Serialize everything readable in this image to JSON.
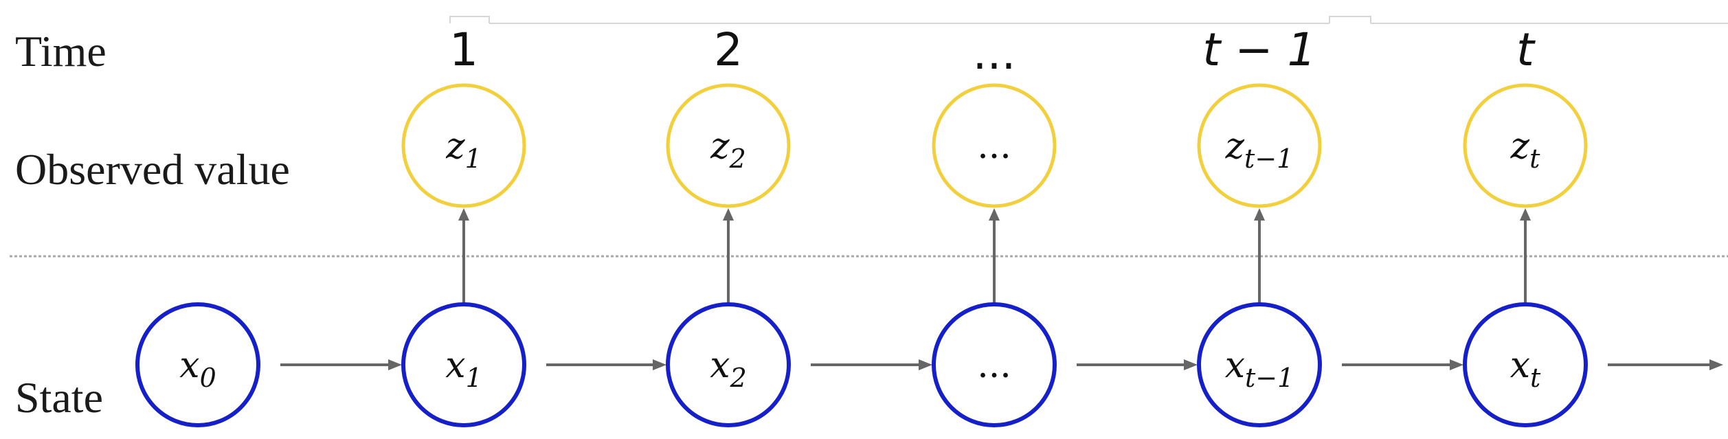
{
  "rows": {
    "time": "Time",
    "observed": "Observed value",
    "state": "State"
  },
  "time_labels": [
    "1",
    "2",
    "...",
    "t − 1",
    "t"
  ],
  "observed_nodes": [
    {
      "base": "z",
      "sub": "1"
    },
    {
      "base": "z",
      "sub": "2"
    },
    {
      "base": "...",
      "sub": ""
    },
    {
      "base": "z",
      "sub": "t−1"
    },
    {
      "base": "z",
      "sub": "t"
    }
  ],
  "state_nodes": [
    {
      "base": "x",
      "sub": "0"
    },
    {
      "base": "x",
      "sub": "1"
    },
    {
      "base": "x",
      "sub": "2"
    },
    {
      "base": "...",
      "sub": ""
    },
    {
      "base": "x",
      "sub": "t−1"
    },
    {
      "base": "x",
      "sub": "t"
    }
  ],
  "colors": {
    "observed_stroke": "#f2cf3c",
    "state_stroke": "#1620c8",
    "arrow": "#666666"
  }
}
